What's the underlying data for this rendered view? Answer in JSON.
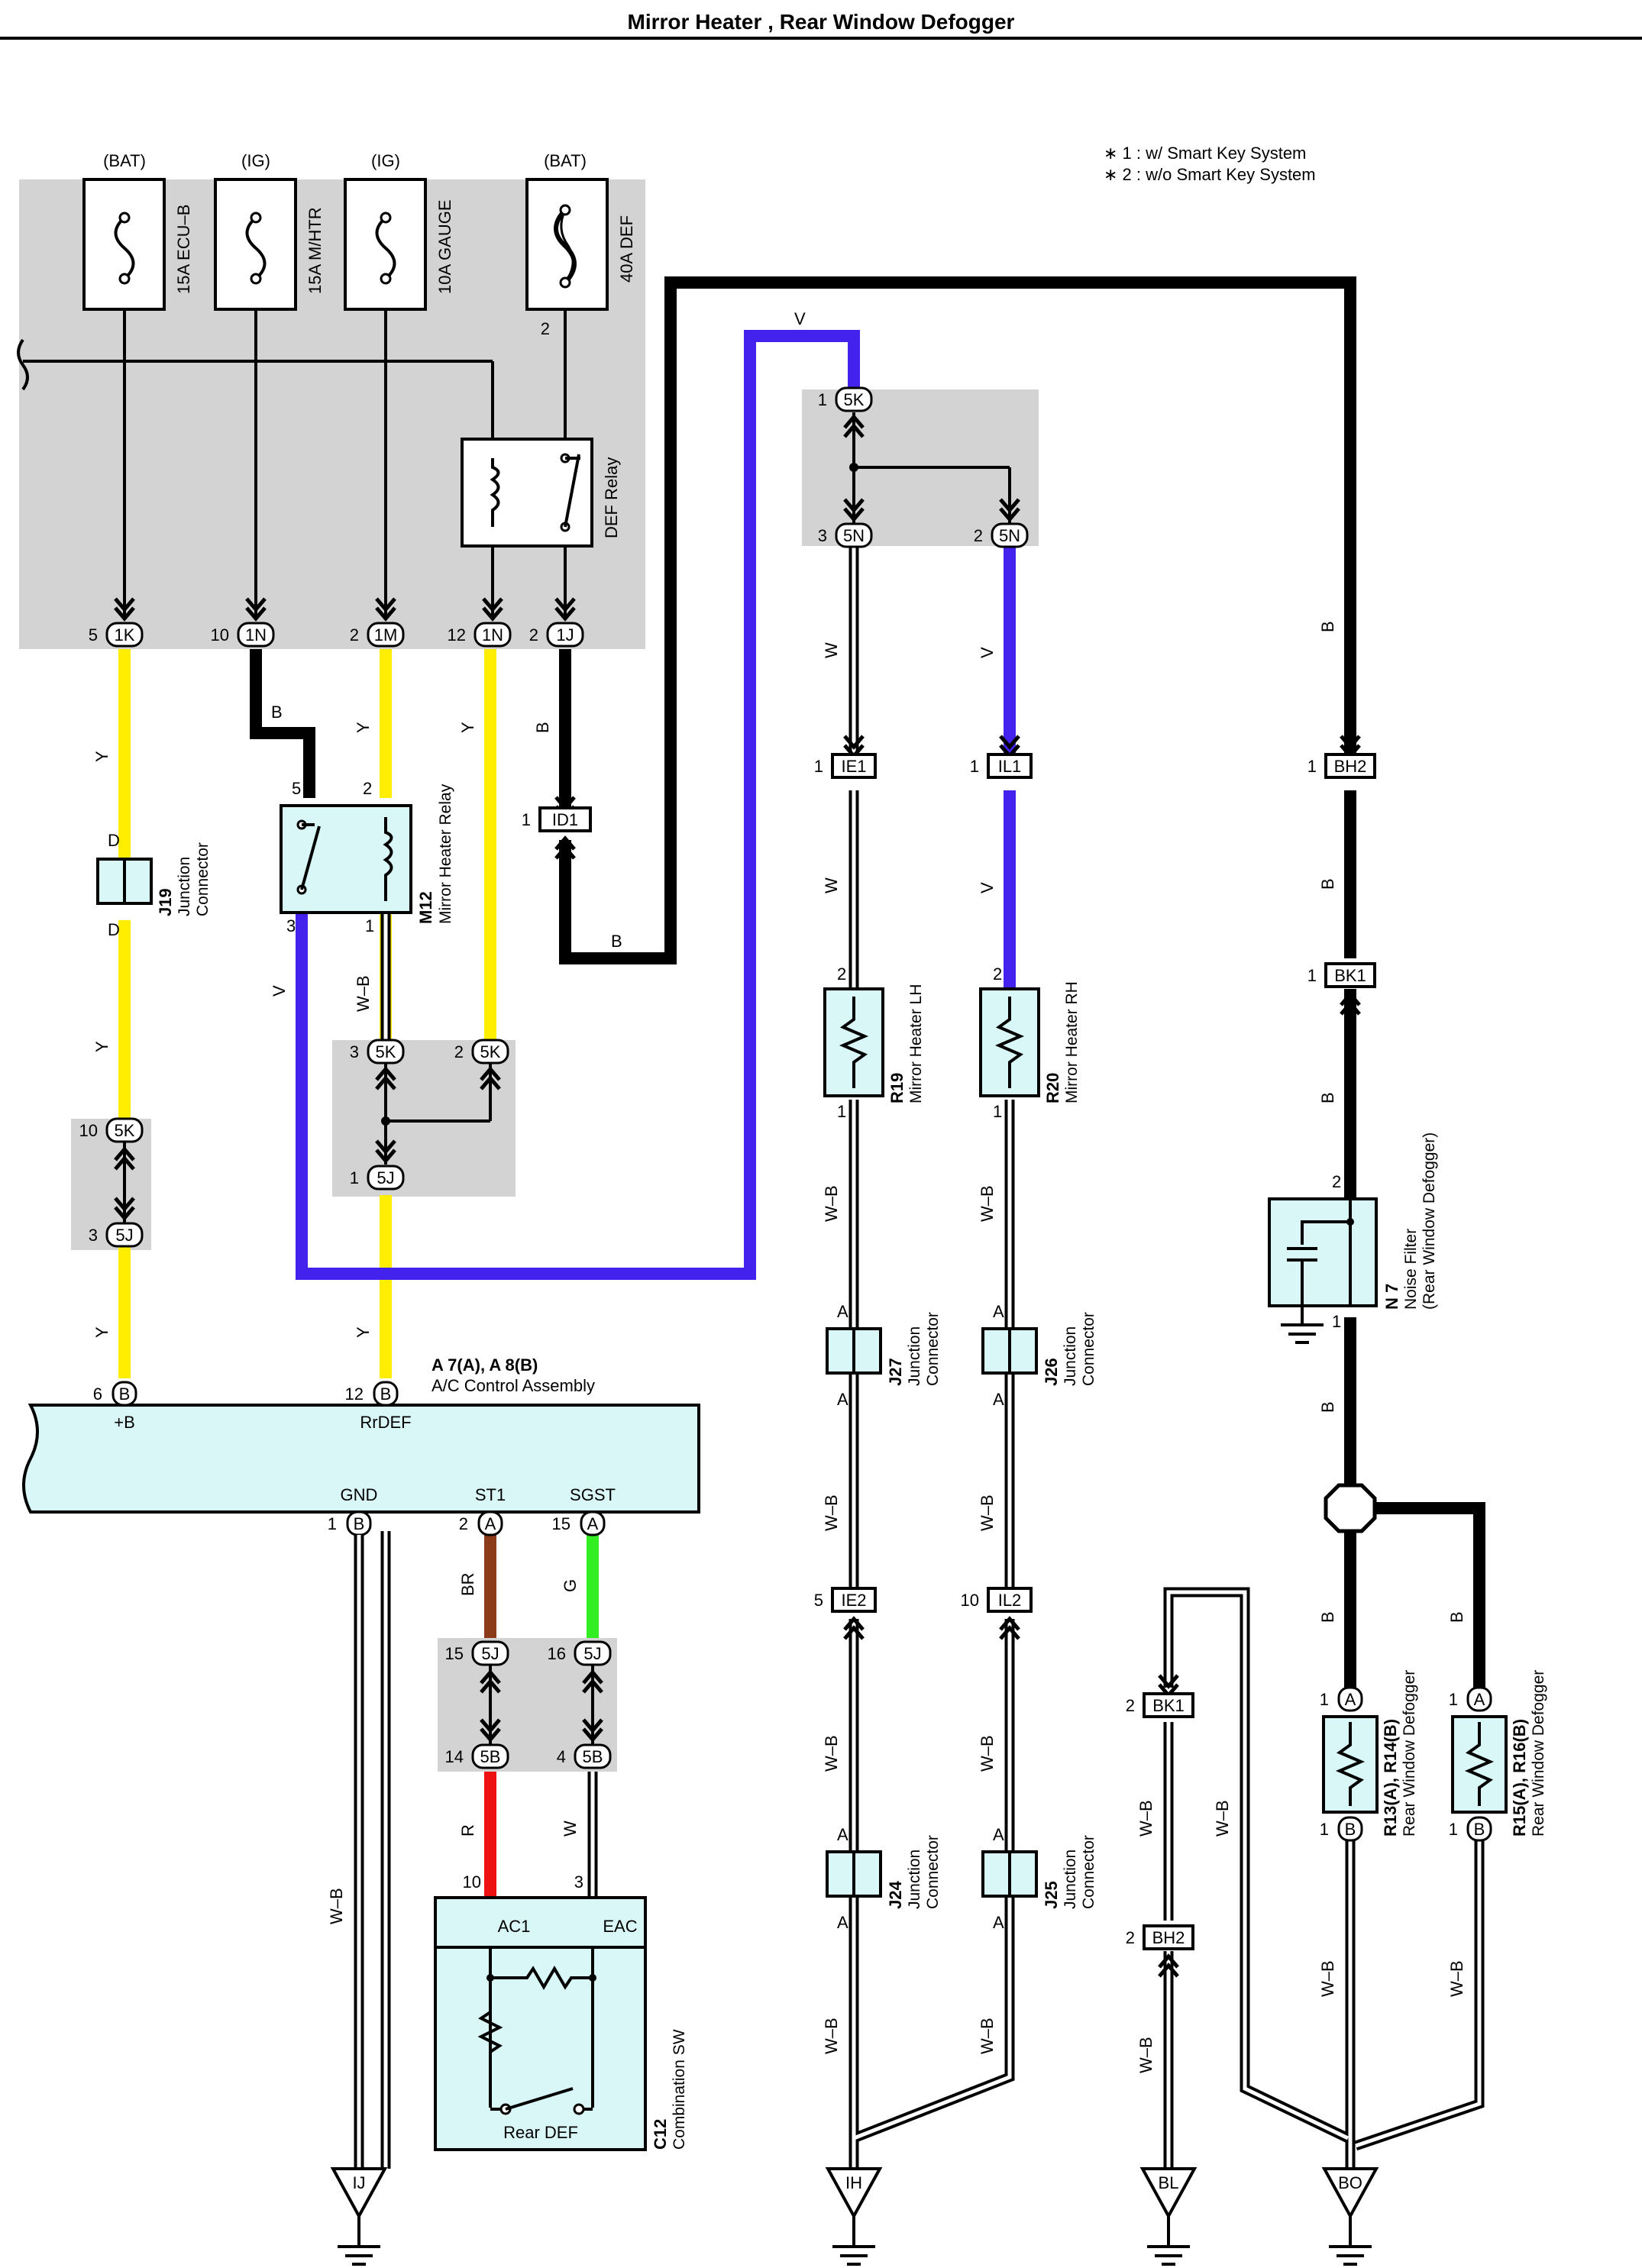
{
  "title": "Mirror Heater , Rear Window Defogger",
  "notes": [
    "∗ 1 : w/ Smart Key System",
    "∗ 2 : w/o Smart Key System"
  ],
  "fuses": [
    {
      "power": "(BAT)",
      "name": "15A ECU–B"
    },
    {
      "power": "(IG)",
      "name": "15A M/HTR"
    },
    {
      "power": "(IG)",
      "name": "10A GAUGE"
    },
    {
      "power": "(BAT)",
      "name": "40A DEF"
    }
  ],
  "relays": {
    "def": "DEF Relay",
    "mirror_id": "M12",
    "mirror_name": "Mirror Heater Relay"
  },
  "connectors": {
    "1K": "1K",
    "1N": "1N",
    "1M": "1M",
    "1J": "1J",
    "5K": "5K",
    "5N": "5N",
    "5J": "5J",
    "5B": "5B",
    "ID1": "ID1",
    "IE1": "IE1",
    "IL1": "IL1",
    "BH2": "BH2",
    "BK1": "BK1",
    "IE2": "IE2",
    "IL2": "IL2"
  },
  "pins": {
    "p1": "1",
    "p2": "2",
    "p3": "3",
    "p4": "4",
    "p5": "5",
    "p6": "6",
    "p10": "10",
    "p12": "12",
    "p14": "14",
    "p15": "15",
    "p16": "16",
    "A": "A",
    "B": "B",
    "D": "D"
  },
  "wire_colors": {
    "Y": "Y",
    "B": "B",
    "V": "V",
    "W": "W",
    "WB": "W–B",
    "BR": "BR",
    "G": "G",
    "R": "R"
  },
  "components": {
    "j19_id": "J19",
    "junction": "Junction",
    "connector": "Connector",
    "j27_id": "J27",
    "j26_id": "J26",
    "j24_id": "J24",
    "j25_id": "J25",
    "r19_id": "R19",
    "r19_name": "Mirror Heater LH",
    "r20_id": "R20",
    "r20_name": "Mirror Heater RH",
    "n7_id": "N 7",
    "n7_name": "Noise Filter",
    "n7_sub": "(Rear Window Defogger)",
    "ac_id": "A 7(A), A 8(B)",
    "ac_name": "A/C Control Assembly",
    "ac_pins": {
      "b_plus": "+B",
      "rrdef": "RrDEF",
      "gnd": "GND",
      "st1": "ST1",
      "sgst": "SGST"
    },
    "c12_id": "C12",
    "c12_name": "Combination SW",
    "c12_pins": {
      "ac1": "AC1",
      "eac": "EAC"
    },
    "rear_def": "Rear DEF",
    "r13_id": "R13(A), R14(B)",
    "r15_id": "R15(A), R16(B)",
    "rear_defogger": "Rear Window Defogger"
  },
  "grounds": {
    "ij": "IJ",
    "ih": "IH",
    "bl": "BL",
    "bo": "BO"
  },
  "colors": {
    "yellow": "#ffee00",
    "violet": "#4422ee",
    "black": "#000000",
    "white": "#ffffff",
    "brown": "#8b3a1a",
    "green": "#33ee22",
    "red": "#ee1111",
    "shade": "#d3d3d3",
    "component": "#d9f7f7"
  }
}
